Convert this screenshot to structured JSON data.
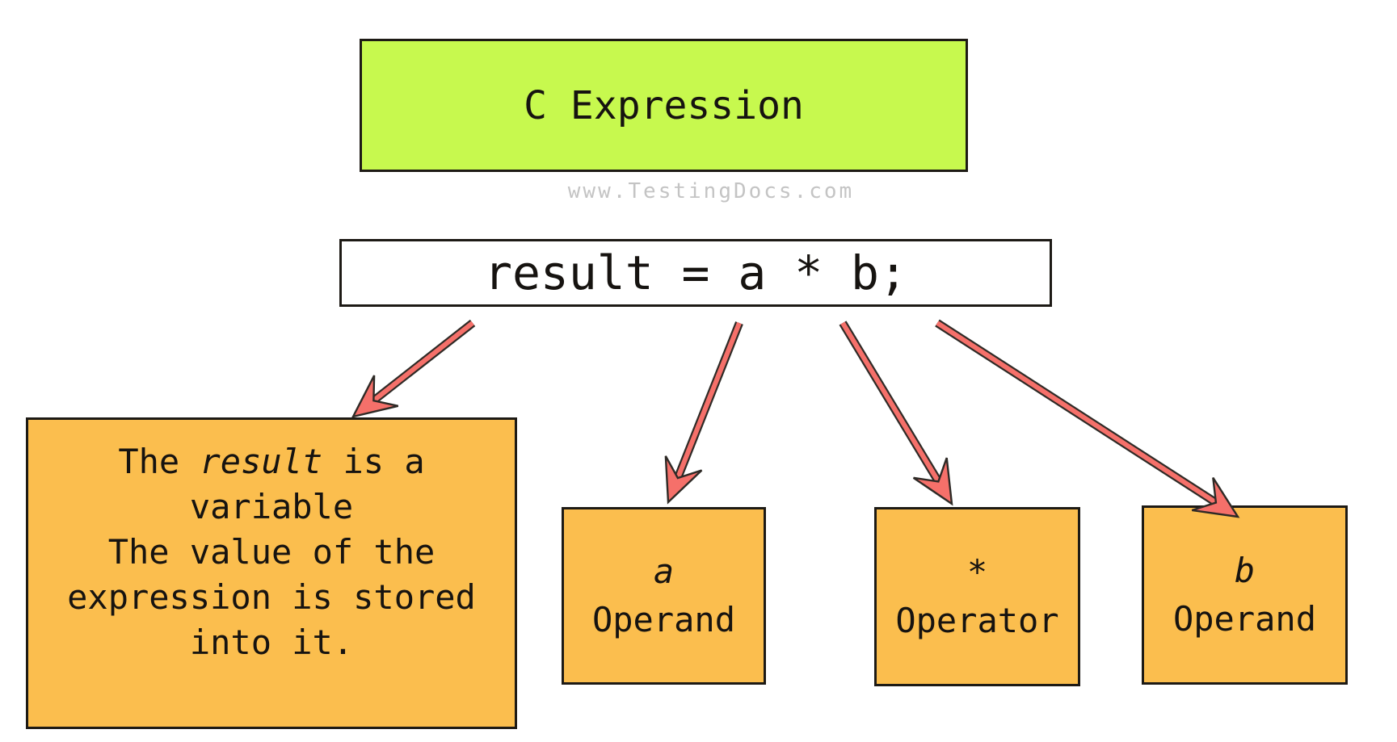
{
  "title_box": {
    "label": "C Expression"
  },
  "watermark": "www.TestingDocs.com",
  "expression_box": {
    "code": "result = a * b;"
  },
  "note_box": {
    "sentence1_pre": "The ",
    "sentence1_em": "result",
    "sentence1_post": " is a variable",
    "sentence2": "The value of the expression is stored into it."
  },
  "operand_boxes": [
    {
      "symbol": "a",
      "label": "Operand"
    },
    {
      "symbol": "*",
      "label": "Operator"
    },
    {
      "symbol": "b",
      "label": "Operand"
    }
  ],
  "colors": {
    "green": "#c7f94e",
    "orange": "#fbbe4e",
    "arrow": "#f5706a",
    "arrow-outline": "#2e2a26"
  }
}
